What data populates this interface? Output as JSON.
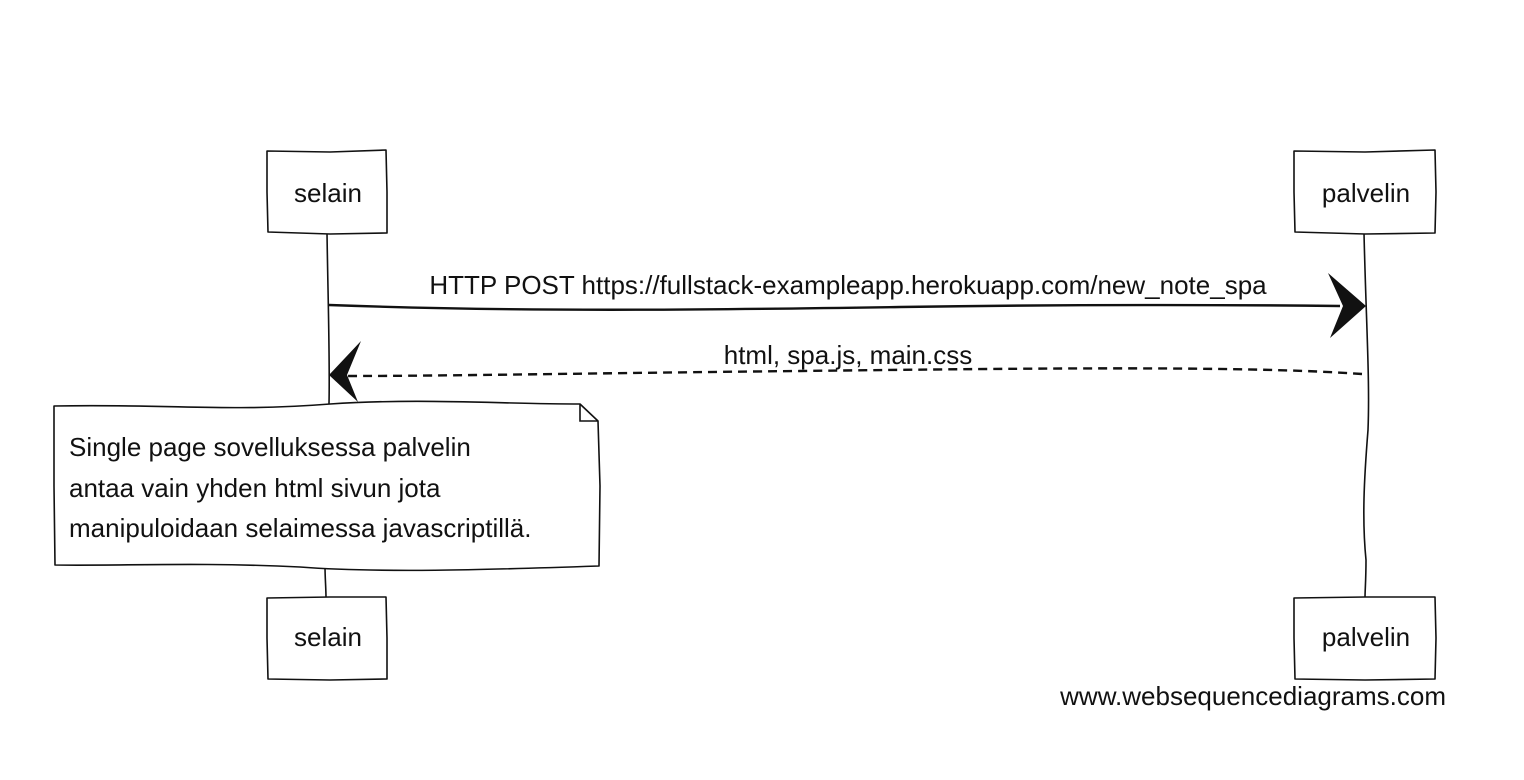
{
  "diagram": {
    "participants": [
      {
        "id": "selain",
        "label": "selain"
      },
      {
        "id": "palvelin",
        "label": "palvelin"
      }
    ],
    "messages": [
      {
        "from": "selain",
        "to": "palvelin",
        "style": "solid",
        "label": "HTTP POST https://fullstack-exampleapp.herokuapp.com/new_note_spa"
      },
      {
        "from": "palvelin",
        "to": "selain",
        "style": "dashed",
        "label": "html, spa.js, main.css"
      }
    ],
    "note": {
      "over": "selain",
      "lines": [
        "Single page sovelluksessa palvelin",
        "antaa vain yhden html sivun jota",
        "manipuloidaan selaimessa javascriptillä."
      ]
    },
    "watermark": "www.websequencediagrams.com"
  }
}
